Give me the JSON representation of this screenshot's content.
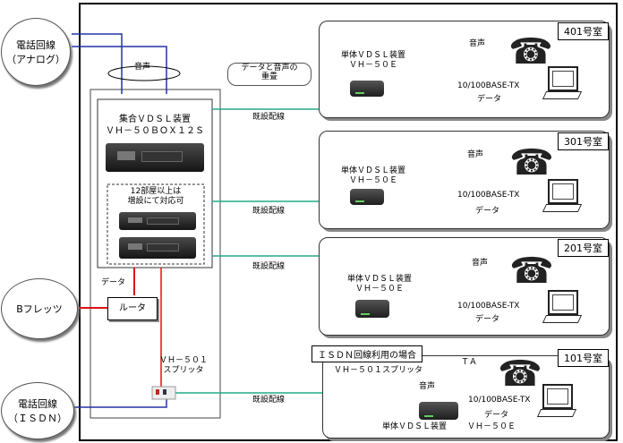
{
  "external": {
    "analog_line": [
      "電話回線",
      "（アナログ）"
    ],
    "isdn_line": [
      "電話回線",
      "（ＩＳＤＮ）"
    ],
    "bflets": "Bフレッツ"
  },
  "trunk_voice": "音声",
  "callout": [
    "データと音声の",
    "重畳"
  ],
  "router": "ルータ",
  "router_data": "データ",
  "main_device": {
    "name": "集合ＶＤＳＬ装置",
    "model": "ＶＨ－５０ＢＯＸ１２Ｓ",
    "expansion": [
      "12部屋以上は",
      "増設にて対応可"
    ]
  },
  "splitter_main": [
    "ＶＨ－５０１",
    "スプリッタ"
  ],
  "existing_wiring": "既設配線",
  "rooms": [
    {
      "label": "401号室",
      "device": "単体ＶＤＳＬ装置",
      "model": "ＶＨ－５０Ｅ",
      "voice": "音声",
      "lan": "10/100BASE-TX",
      "data": "データ"
    },
    {
      "label": "301号室",
      "device": "単体ＶＤＳＬ装置",
      "model": "ＶＨ－５０Ｅ",
      "voice": "音声",
      "lan": "10/100BASE-TX",
      "data": "データ"
    },
    {
      "label": "201号室",
      "device": "単体ＶＤＳＬ装置",
      "model": "ＶＨ－５０Ｅ",
      "voice": "音声",
      "lan": "10/100BASE-TX",
      "data": "データ"
    },
    {
      "label": "101号室",
      "device": "単体ＶＤＳＬ装置",
      "model": "ＶＨ－５０Ｅ",
      "voice": "音声",
      "lan": "10/100BASE-TX",
      "data": "データ",
      "isdn_note": "ＩＳＤＮ回線利用の場合",
      "splitter": "ＶＨ－５０１スプリッタ",
      "ta": "ＴＡ"
    }
  ],
  "colors": {
    "voice": "#2233aa",
    "data": "#dd1111",
    "existing": "#22aa88",
    "isdn": "#2233aa"
  }
}
